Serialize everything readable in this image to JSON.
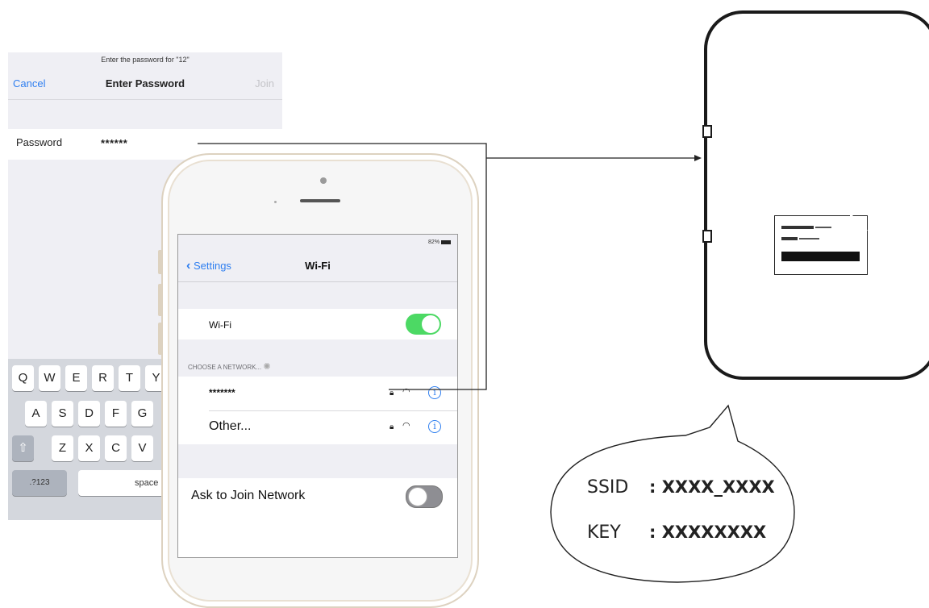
{
  "password_screen": {
    "hint": "Enter the password for \"12\"",
    "cancel": "Cancel",
    "title": "Enter Password",
    "join": "Join",
    "field_label": "Password",
    "field_value": "******"
  },
  "keyboard": {
    "row1": [
      "Q",
      "W",
      "E",
      "R",
      "T",
      "Y"
    ],
    "row2": [
      "A",
      "S",
      "D",
      "F",
      "G"
    ],
    "row3": [
      "Z",
      "X",
      "C",
      "V"
    ],
    "shift": "⇧",
    "num_key": ".?123",
    "space": "space"
  },
  "phone": {
    "battery": "82%",
    "back": "Settings",
    "title": "Wi-Fi",
    "wifi_label": "Wi-Fi",
    "section_header": "CHOOSE A NETWORK...",
    "network_1": "*******",
    "network_2": "Other...",
    "ask_label": "Ask to Join Network",
    "colors": {
      "toggle_on": "#4cd964",
      "accent": "#2f7ff0"
    }
  },
  "bubble": {
    "ssid_label": "SSID",
    "ssid_value": ": XXXX_XXXX",
    "key_label": "KEY",
    "key_value": ": XXXXXXXX"
  }
}
